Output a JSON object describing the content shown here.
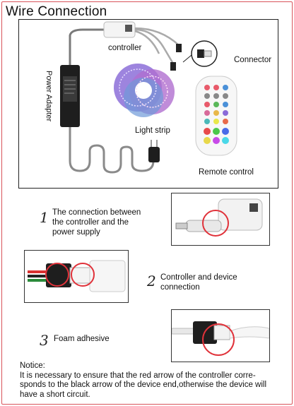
{
  "title": "Wire Connection",
  "diagram": {
    "controller_label": "controller",
    "connector_label": "Connector",
    "power_adapter_label": "Power Adapter",
    "light_strip_label": "Light strip",
    "remote_label": "Remote control"
  },
  "steps": [
    {
      "number": "1",
      "text_lines": [
        "The connection between",
        "the controller and the",
        "power supply"
      ]
    },
    {
      "number": "2",
      "text_lines": [
        "Controller and device",
        "connection"
      ]
    },
    {
      "number": "3",
      "text_lines": [
        "Foam adhesive"
      ]
    }
  ],
  "notice": {
    "heading": "Notice:",
    "lines": [
      "It is necessary to ensure that the red arrow of the controller corre-",
      "sponds to the black arrow of the device end,otherwise the device will",
      "have a short circuit."
    ]
  },
  "colors": {
    "frame": "#d9535a",
    "highlight_circle": "#e0323a"
  }
}
